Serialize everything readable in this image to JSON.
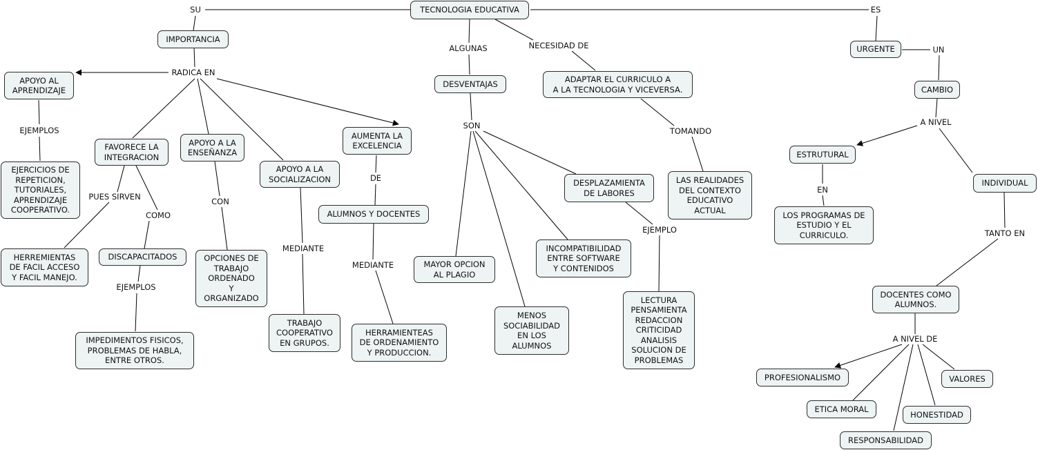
{
  "nodes": {
    "tecnologia": "TECNOLOGIA EDUCATIVA",
    "importancia": "IMPORTANCIA",
    "apoyo_aprendizaje": "APOYO AL\nAPRENDIZAJE",
    "ejercicios": "EJERCICIOS DE\nREPETICION,\nTUTORIALES,\nAPRENDIZAJE\nCOOPERATIVO.",
    "favorece": "FAVORECE LA\nINTEGRACION",
    "herremientas_facil": "HERREMIENTAS\nDE FACIL ACCESO\nY FACIL MANEJO.",
    "discapacitados": "DISCAPACITADOS",
    "impedimentos": "IMPEDIMENTOS FISICOS,\nPROBLEMAS DE HABLA,\nENTRE OTROS.",
    "apoyo_ensenanza": "APOYO A LA\nENSEÑANZA",
    "opciones": "OPCIONES DE\nTRABAJO\nORDENADO\nY\nORGANIZADO",
    "apoyo_socializacion": "APOYO A LA\nSOCIALIZACION",
    "trabajo_coop": "TRABAJO\nCOOPERATIVO\nEN GRUPOS.",
    "aumenta": "AUMENTA LA\nEXCELENCIA",
    "alumnos_docentes": "ALUMNOS Y DOCENTES",
    "herramienteas": "HERRAMIENTEAS\nDE ORDENAMIENTO\nY PRODUCCION.",
    "desventajas": "DESVENTAJAS",
    "mayor_opcion": "MAYOR OPCION\nAL PLAGIO",
    "menos_sociabilidad": "MENOS\nSOCIABILIDAD\nEN LOS\nALUMNOS",
    "incompatibilidad": "INCOMPATIBILIDAD\nENTRE SOFTWARE\nY CONTENIDOS",
    "desplazamiento": "DESPLAZAMIENTA\nDE LABORES",
    "lectura": "LECTURA\nPENSAMIENTA\nREDACCION\nCRITICIDAD\nANALISIS\nSOLUCION DE\nPROBLEMAS",
    "adaptar": "ADAPTAR EL CURRICULO A\nA LA TECNOLOGIA Y VICEVERSA.",
    "realidades": "LAS REALIDADES\nDEL CONTEXTO\nEDUCATIVO\nACTUAL",
    "urgente": "URGENTE",
    "cambio": "CAMBIO",
    "estrutural": "ESTRUTURAL",
    "programas": "LOS PROGRAMAS DE\nESTUDIO Y EL\nCURRICULO.",
    "individual": "INDIVIDUAL",
    "docentes_alumnos": "DOCENTES COMO\nALUMNOS.",
    "profesionalismo": "PROFESIONALISMO",
    "etica": "ETICA MORAL",
    "responsabilidad": "RESPONSABILIDAD",
    "honestidad": "HONESTIDAD",
    "valores": "VALORES"
  },
  "links": {
    "su": "SU",
    "es": "ES",
    "algunas": "ALGUNAS",
    "necesidad": "NECESIDAD DE",
    "radica": "RADICA EN",
    "ejemplos1": "EJEMPLOS",
    "pues_sirven": "PUES SIRVEN",
    "como": "COMO",
    "ejemplos2": "EJEMPLOS",
    "con": "CON",
    "mediante1": "MEDIANTE",
    "de": "DE",
    "mediante2": "MEDIANTE",
    "son": "SON",
    "ejemplo": "EJEMPLO",
    "tomando": "TOMANDO",
    "un": "UN",
    "a_nivel": "A NIVEL",
    "en": "EN",
    "tanto_en": "TANTO EN",
    "a_nivel_de": "A NIVEL DE"
  }
}
